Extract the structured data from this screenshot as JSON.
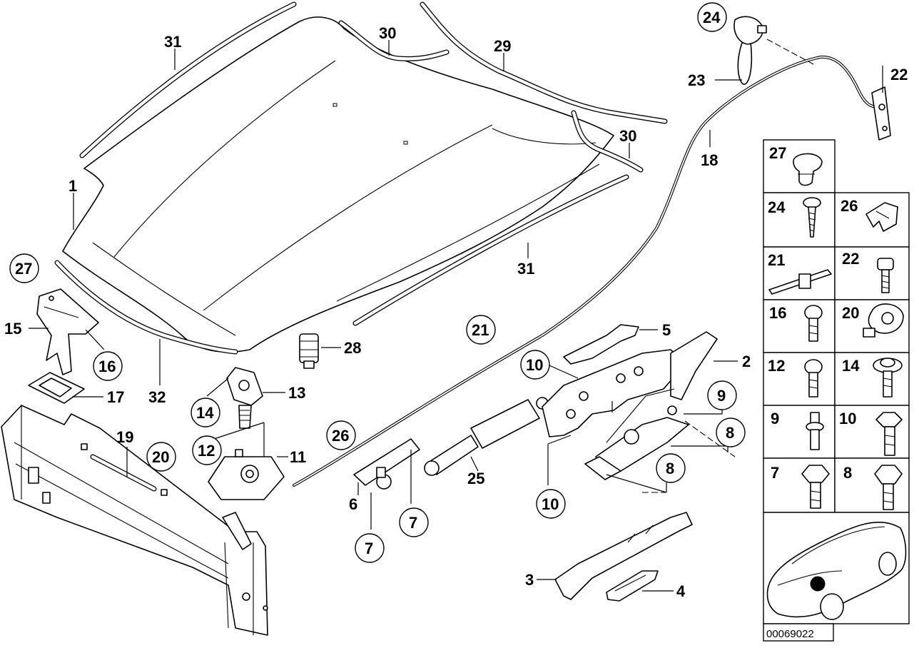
{
  "diagram_number": "00069022",
  "callouts": [
    {
      "id": "c31a",
      "text": "31"
    },
    {
      "id": "c30a",
      "text": "30"
    },
    {
      "id": "c29",
      "text": "29"
    },
    {
      "id": "c24top",
      "text": "24"
    },
    {
      "id": "c22top",
      "text": "22"
    },
    {
      "id": "c23",
      "text": "23"
    },
    {
      "id": "c30b",
      "text": "30"
    },
    {
      "id": "c18",
      "text": "18"
    },
    {
      "id": "c1",
      "text": "1"
    },
    {
      "id": "c31b",
      "text": "31"
    },
    {
      "id": "c27",
      "text": "27"
    },
    {
      "id": "c15",
      "text": "15"
    },
    {
      "id": "c16",
      "text": "16"
    },
    {
      "id": "c17",
      "text": "17"
    },
    {
      "id": "c32",
      "text": "32"
    },
    {
      "id": "c28",
      "text": "28"
    },
    {
      "id": "c21",
      "text": "21"
    },
    {
      "id": "c5",
      "text": "5"
    },
    {
      "id": "c2",
      "text": "2"
    },
    {
      "id": "c10a",
      "text": "10"
    },
    {
      "id": "c9",
      "text": "9"
    },
    {
      "id": "c8a",
      "text": "8"
    },
    {
      "id": "c14",
      "text": "14"
    },
    {
      "id": "c13",
      "text": "13"
    },
    {
      "id": "c12",
      "text": "12"
    },
    {
      "id": "c11",
      "text": "11"
    },
    {
      "id": "c19",
      "text": "19"
    },
    {
      "id": "c20",
      "text": "20"
    },
    {
      "id": "c26",
      "text": "26"
    },
    {
      "id": "c8b",
      "text": "8"
    },
    {
      "id": "c25",
      "text": "25"
    },
    {
      "id": "c6",
      "text": "6"
    },
    {
      "id": "c7a",
      "text": "7"
    },
    {
      "id": "c7b",
      "text": "7"
    },
    {
      "id": "c10b",
      "text": "10"
    },
    {
      "id": "c3",
      "text": "3"
    },
    {
      "id": "c4",
      "text": "4"
    }
  ],
  "parts_table": [
    {
      "id": "t27",
      "text": "27"
    },
    {
      "id": "t24",
      "text": "24"
    },
    {
      "id": "t26",
      "text": "26"
    },
    {
      "id": "t21",
      "text": "21"
    },
    {
      "id": "t22",
      "text": "22"
    },
    {
      "id": "t16",
      "text": "16"
    },
    {
      "id": "t20",
      "text": "20"
    },
    {
      "id": "t12",
      "text": "12"
    },
    {
      "id": "t14",
      "text": "14"
    },
    {
      "id": "t9",
      "text": "9"
    },
    {
      "id": "t10",
      "text": "10"
    },
    {
      "id": "t7",
      "text": "7"
    },
    {
      "id": "t8",
      "text": "8"
    }
  ]
}
